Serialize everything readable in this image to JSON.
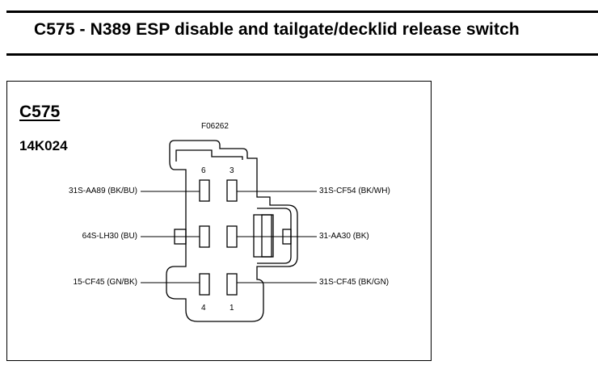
{
  "header": {
    "title": "C575 - N389 ESP disable and tailgate/decklid release switch"
  },
  "connector": {
    "id": "C575",
    "part_number": "14K024",
    "figure_ref": "F06262"
  },
  "pins": {
    "pin_6": "6",
    "pin_3": "3",
    "pin_4": "4",
    "pin_1": "1"
  },
  "wires": {
    "left_1": "31S-AA89 (BK/BU)",
    "left_2": "64S-LH30 (BU)",
    "left_3": "15-CF45 (GN/BK)",
    "right_1": "31S-CF54 (BK/WH)",
    "right_2": "31-AA30 (BK)",
    "right_3": "31S-CF45 (BK/GN)"
  }
}
